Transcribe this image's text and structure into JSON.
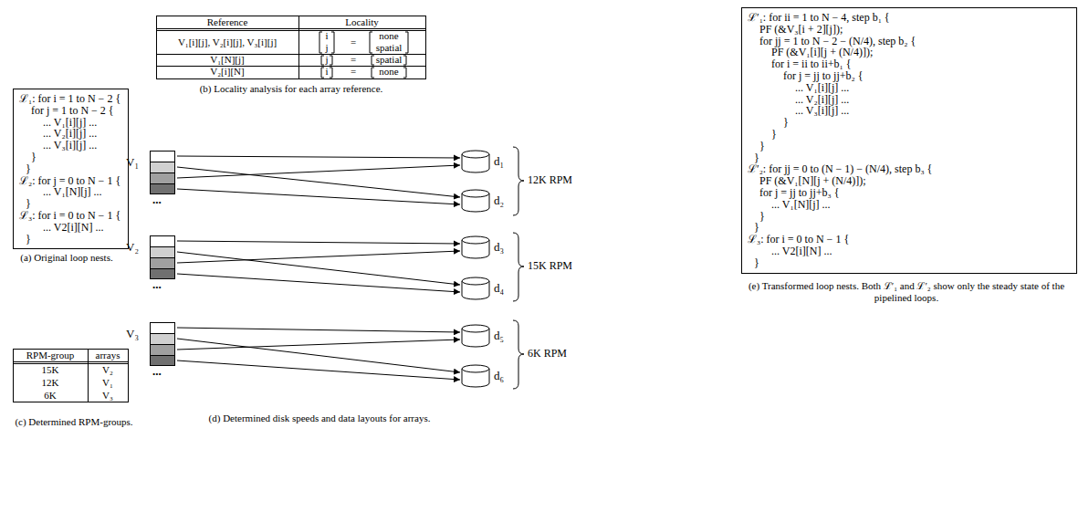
{
  "diagram": {
    "nodes": [
      {
        "text": [
          "ℒ₁: for i = 1 to N − 2 {",
          "for j = 1 to N − 2 {",
          "... V₁[i][j] ...",
          "... V₂[i][j] ...",
          "... V₃[i][j] ...",
          "}",
          "}",
          "ℒ₂: for j = 0 to N − 1 {",
          "... V₁[N][j] ...",
          "}",
          "ℒ₃: for i = 0 to N − 1 {",
          "... V2[i][N] ...",
          "}"
        ]
      },
      {
        "text": [
          "V₁",
          "..."
        ]
      },
      {
        "text": [
          "d₁"
        ]
      },
      {
        "text": [
          "d₂"
        ]
      },
      {
        "text": [
          "V₂",
          "..."
        ]
      },
      {
        "text": [
          "d₃"
        ]
      },
      {
        "text": [
          "d₄"
        ]
      },
      {
        "text": [
          "V₃",
          "..."
        ]
      },
      {
        "text": [
          "d₅"
        ]
      },
      {
        "text": [
          "d₆"
        ]
      },
      {
        "text": [
          "ℒ′₁: for ii = 1 to N − 4, step b₁ {",
          "PF (&V₃[i + 2][j]);",
          "for jj = 1 to N − 2 − (N/4), step b₂ {",
          "PF (&V₁[i][j + (N/4)]);",
          "for i = ii to ii+b₁ {",
          "for j = jj to jj+b₂ {",
          "... V₁[i][j] ...",
          "... V₂[i][j] ...",
          "... V₃[i][j] ...",
          "}",
          "}",
          "}",
          "}",
          "ℒ′₂: for jj = 0 to (N − 1) − (N/4), step b₃ {",
          "PF (&V₁[N][j + (N/4)]);",
          "for j = jj to jj+b₃ {",
          "... V₁[N][j] ...",
          "}",
          "}",
          "ℒ₃: for i = 0 to N − 1 {",
          "... V2[i][N] ...",
          "}"
        ]
      }
    ],
    "edges": [
      {
        "from": 1,
        "to": 2,
        "arrow": "to"
      },
      {
        "from": 1,
        "to": 3,
        "arrow": "to"
      },
      {
        "from": 1,
        "to": 2,
        "arrow": "to"
      },
      {
        "from": 1,
        "to": 3,
        "arrow": "to"
      },
      {
        "from": 4,
        "to": 5,
        "arrow": "to"
      },
      {
        "from": 4,
        "to": 6,
        "arrow": "to"
      },
      {
        "from": 4,
        "to": 5,
        "arrow": "to"
      },
      {
        "from": 4,
        "to": 6,
        "arrow": "to"
      },
      {
        "from": 7,
        "to": 8,
        "arrow": "to"
      },
      {
        "from": 7,
        "to": 9,
        "arrow": "to"
      },
      {
        "from": 7,
        "to": 8,
        "arrow": "to"
      },
      {
        "from": 7,
        "to": 9,
        "arrow": "to"
      }
    ],
    "labels": [
      "Reference",
      "Locality",
      "V₁[i][j], V₂[i][j], V₃[i][j]",
      "i",
      "j",
      "=",
      "none",
      "spatial",
      "V₁[N][j]",
      "j",
      "=",
      "spatial",
      "V₂[i][N]",
      "i",
      "=",
      "none",
      "(b) Locality analysis for each array reference.",
      "(a) Original loop nests.",
      "RPM-group",
      "arrays",
      "15K",
      "V₂",
      "12K",
      "V₁",
      "6K",
      "V₃",
      "(c) Determined RPM-groups.",
      "12K RPM",
      "15K RPM",
      "6K RPM",
      "(d) Determined disk speeds and data layouts for arrays.",
      "(e) Transformed loop nests. Both ℒ′₁ and ℒ′₂ show only the steady state of the pipelined loops."
    ]
  }
}
